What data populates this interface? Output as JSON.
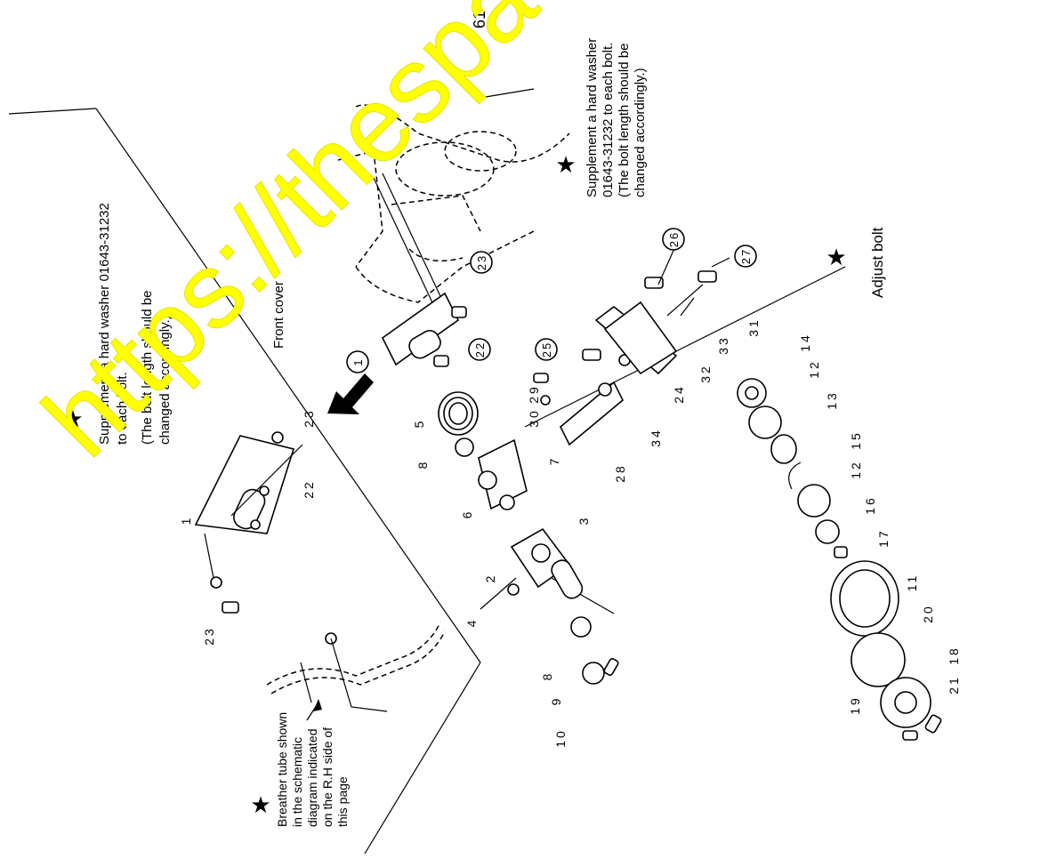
{
  "notes": {
    "corner": "61",
    "washer_top_line1": "Supplement a hard washer",
    "washer_top_line2": "01643-31232 to each bolt.",
    "washer_top_line3": "(The bolt length should be",
    "washer_top_line4": "changed accordingly.)",
    "washer_left_line1": "Supplement a hard washer 01643-31232",
    "washer_left_line2": "to each bolt.",
    "washer_left_line3": "(The bolt length should be",
    "washer_left_line4": "changed accordingly.)",
    "front_cover": "Front cover",
    "adjust_bolt": "Adjust bolt",
    "breather_line1": "Breather tube shown",
    "breather_line2": "in the schematic",
    "breather_line3": "diagram indicated",
    "breather_line4": "on the R.H side of",
    "breather_line5": "this page"
  },
  "star_symbol": "★",
  "watermark": "https://thespa",
  "callouts": {
    "c1": "1",
    "c22": "22",
    "c23": "23",
    "c25": "25",
    "c26": "26",
    "c27": "27"
  },
  "labels": {
    "l1": "1",
    "l2": "2",
    "l3": "3",
    "l4": "4",
    "l5": "5",
    "l6": "6",
    "l7": "7",
    "l8a": "8",
    "l8b": "8",
    "l9": "9",
    "l10": "10",
    "l11": "11",
    "l12a": "12",
    "l12b": "12",
    "l13": "13",
    "l14": "14",
    "l15": "15",
    "l16": "16",
    "l17": "17",
    "l18": "18",
    "l19": "19",
    "l20": "20",
    "l21": "21",
    "l22": "22",
    "l23a": "23",
    "l23b": "23",
    "l24": "24",
    "l28": "28",
    "l29": "29",
    "l30": "30",
    "l31": "31",
    "l32": "32",
    "l33": "33",
    "l34": "34"
  },
  "colors": {
    "watermark": "#ffff00",
    "ink": "#000000"
  }
}
